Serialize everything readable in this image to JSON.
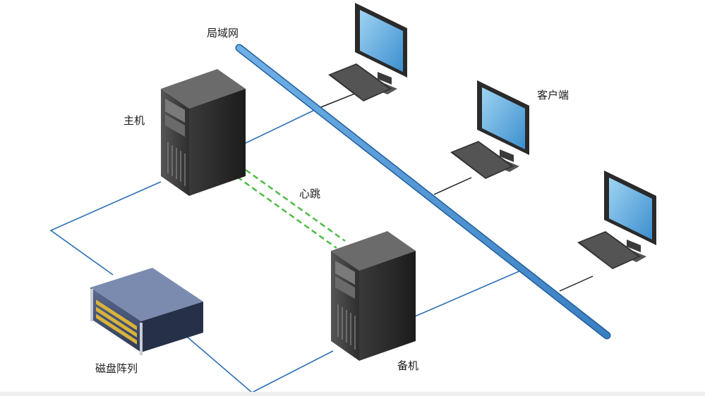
{
  "labels": {
    "lan": "局域网",
    "clients": "客户端",
    "primary_host": "主机",
    "heartbeat": "心跳",
    "backup_host": "备机",
    "disk_array": "磁盘阵列"
  },
  "colors": {
    "lan_backbone": "#3f86c8",
    "lan_backbone_edge": "#1f5e9c",
    "link": "#2d6fb7",
    "heartbeat": "#4dbb47",
    "client_link": "#222222"
  },
  "icons": {
    "server": "server-tower-icon",
    "client": "desktop-computer-icon",
    "storage": "disk-array-icon"
  }
}
